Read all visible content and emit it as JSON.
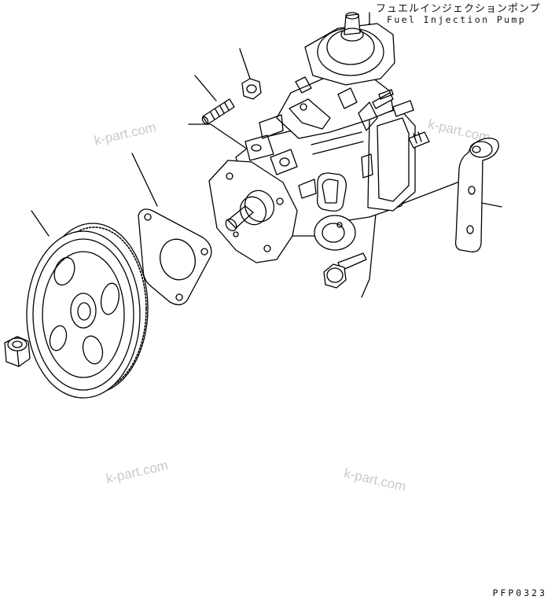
{
  "title_jp": "フュエルインジェクションポンプ",
  "title_en": "Fuel Injection Pump",
  "drawing_code": "PFP0323",
  "watermarks": [
    "k-part.com",
    "k-part.com",
    "k-part.com",
    "k-part.com"
  ]
}
